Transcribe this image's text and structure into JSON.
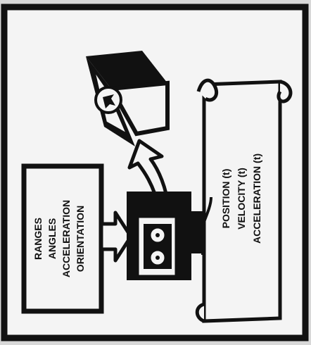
{
  "inputs": {
    "lines": [
      "RANGES",
      "ANGLES",
      "ACCELERATION",
      "ORIENTATION"
    ]
  },
  "outputs": {
    "lines": [
      "POSITION (t)",
      "VELOCITY (t)",
      "ACCELERATION (t)"
    ]
  },
  "colors": {
    "ink": "#111111",
    "paper": "#f4f4f4",
    "background": "#d8d8d8"
  },
  "icons": {
    "processor": "tape-computer-icon",
    "display": "aircraft-display-icon",
    "scroll": "scroll-icon",
    "arrow_in": "arrow-right-icon",
    "arrow_up": "curved-arrow-up-icon"
  }
}
